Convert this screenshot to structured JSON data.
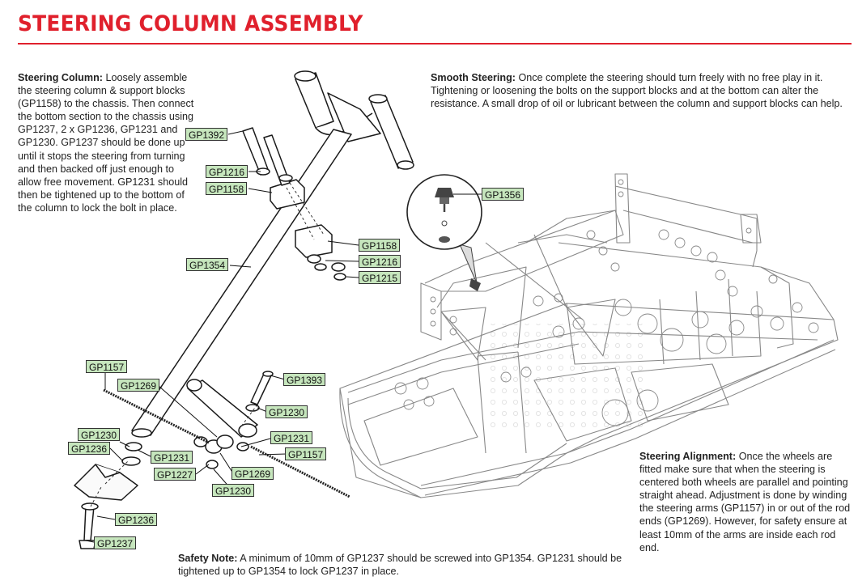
{
  "page": {
    "title": "STEERING COLUMN ASSEMBLY"
  },
  "sections": {
    "steering_column": {
      "heading": "Steering Column:",
      "body": "Loosely assemble the steering column & support blocks (GP1158) to the chassis. Then connect the bottom section to the chassis using GP1237, 2 x GP1236, GP1231 and GP1230. GP1237 should be done up until it stops the steering from turning and then backed off just enough to allow free movement. GP1231 should then be tightened up to the bottom of the column to lock the bolt in place."
    },
    "smooth_steering": {
      "heading": "Smooth Steering:",
      "body": "Once complete the steering should turn freely with no free play in it. Tightening or loosening the bolts on the support blocks and at the bottom can alter the resistance. A small drop of oil or lubricant between the column and support blocks can help."
    },
    "steering_alignment": {
      "heading": "Steering Alignment:",
      "body": "Once the wheels are fitted make sure that when the steering is centered both wheels are parallel and pointing straight ahead. Adjustment is done by winding the steering arms (GP1157) in or out of the rod ends (GP1269). However, for safety ensure at least 10mm of the arms are inside each rod end."
    },
    "safety_note": {
      "heading": "Safety Note:",
      "body": "A minimum of 10mm of GP1237 should be screwed into GP1354. GP1231 should be tightened up to GP1354 to lock GP1237 in place."
    }
  },
  "part_labels": {
    "gp1392": "GP1392",
    "gp1216_top": "GP1216",
    "gp1158_top": "GP1158",
    "gp1158_mid": "GP1158",
    "gp1216_mid": "GP1216",
    "gp1215": "GP1215",
    "gp1354": "GP1354",
    "gp1356": "GP1356",
    "gp1157_left": "GP1157",
    "gp1269_left": "GP1269",
    "gp1393": "GP1393",
    "gp1230_right": "GP1230",
    "gp1231_right": "GP1231",
    "gp1157_right": "GP1157",
    "gp1230_left": "GP1230",
    "gp1236_left": "GP1236",
    "gp1231_left": "GP1231",
    "gp1227": "GP1227",
    "gp1269_bottom": "GP1269",
    "gp1230_bottom": "GP1230",
    "gp1236_bottom": "GP1236",
    "gp1237": "GP1237"
  },
  "colors": {
    "title": "#e0202c",
    "label_fill": "#c6e6bd",
    "line_art": "#333333"
  }
}
